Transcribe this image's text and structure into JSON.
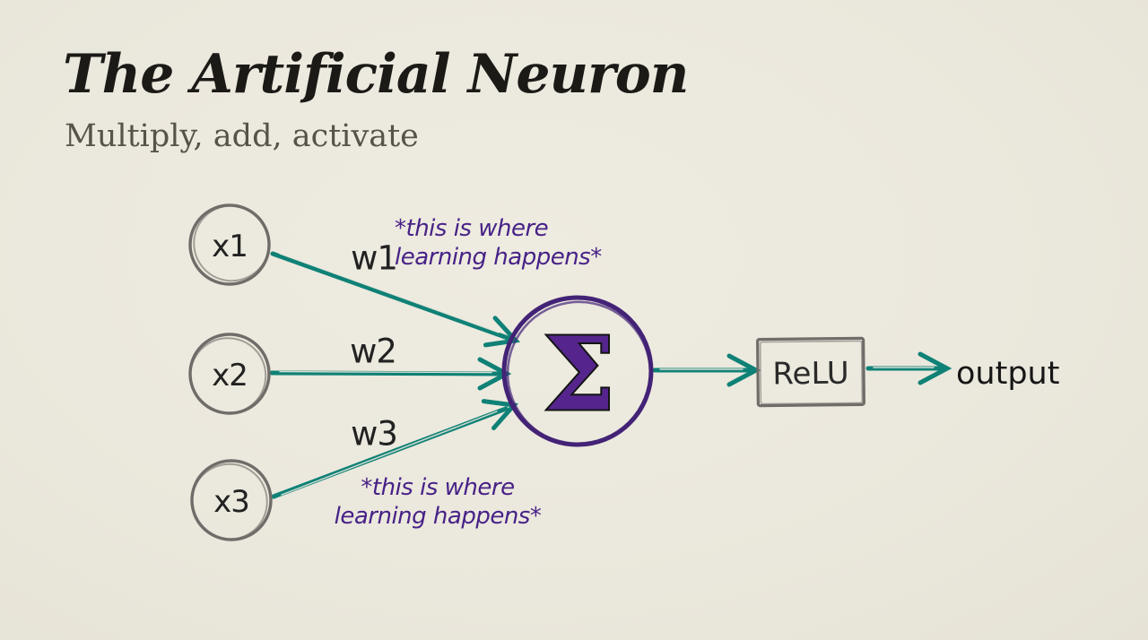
{
  "colors": {
    "bg": "#ebe8dd",
    "ink": "#1c1a17",
    "subtitle": "#56534a",
    "gray": "#6f6c69",
    "teal": "#0f8176",
    "purple": "#432376",
    "sigma": "#55258d",
    "annotation": "#472287",
    "label": "#222222"
  },
  "header": {
    "title": "The Artificial Neuron",
    "subtitle": "Multiply, add, activate"
  },
  "diagram": {
    "inputs": [
      {
        "label": "x1"
      },
      {
        "label": "x2"
      },
      {
        "label": "x3"
      }
    ],
    "weights": [
      {
        "label": "w1"
      },
      {
        "label": "w2"
      },
      {
        "label": "w3"
      }
    ],
    "sum_node": {
      "symbol": "Σ"
    },
    "activation": {
      "label": "ReLU"
    },
    "output_label": "output",
    "annotations": [
      {
        "line1": "*this is where",
        "line2": "learning happens*"
      },
      {
        "line1": "*this is where",
        "line2": "learning happens*"
      }
    ]
  }
}
